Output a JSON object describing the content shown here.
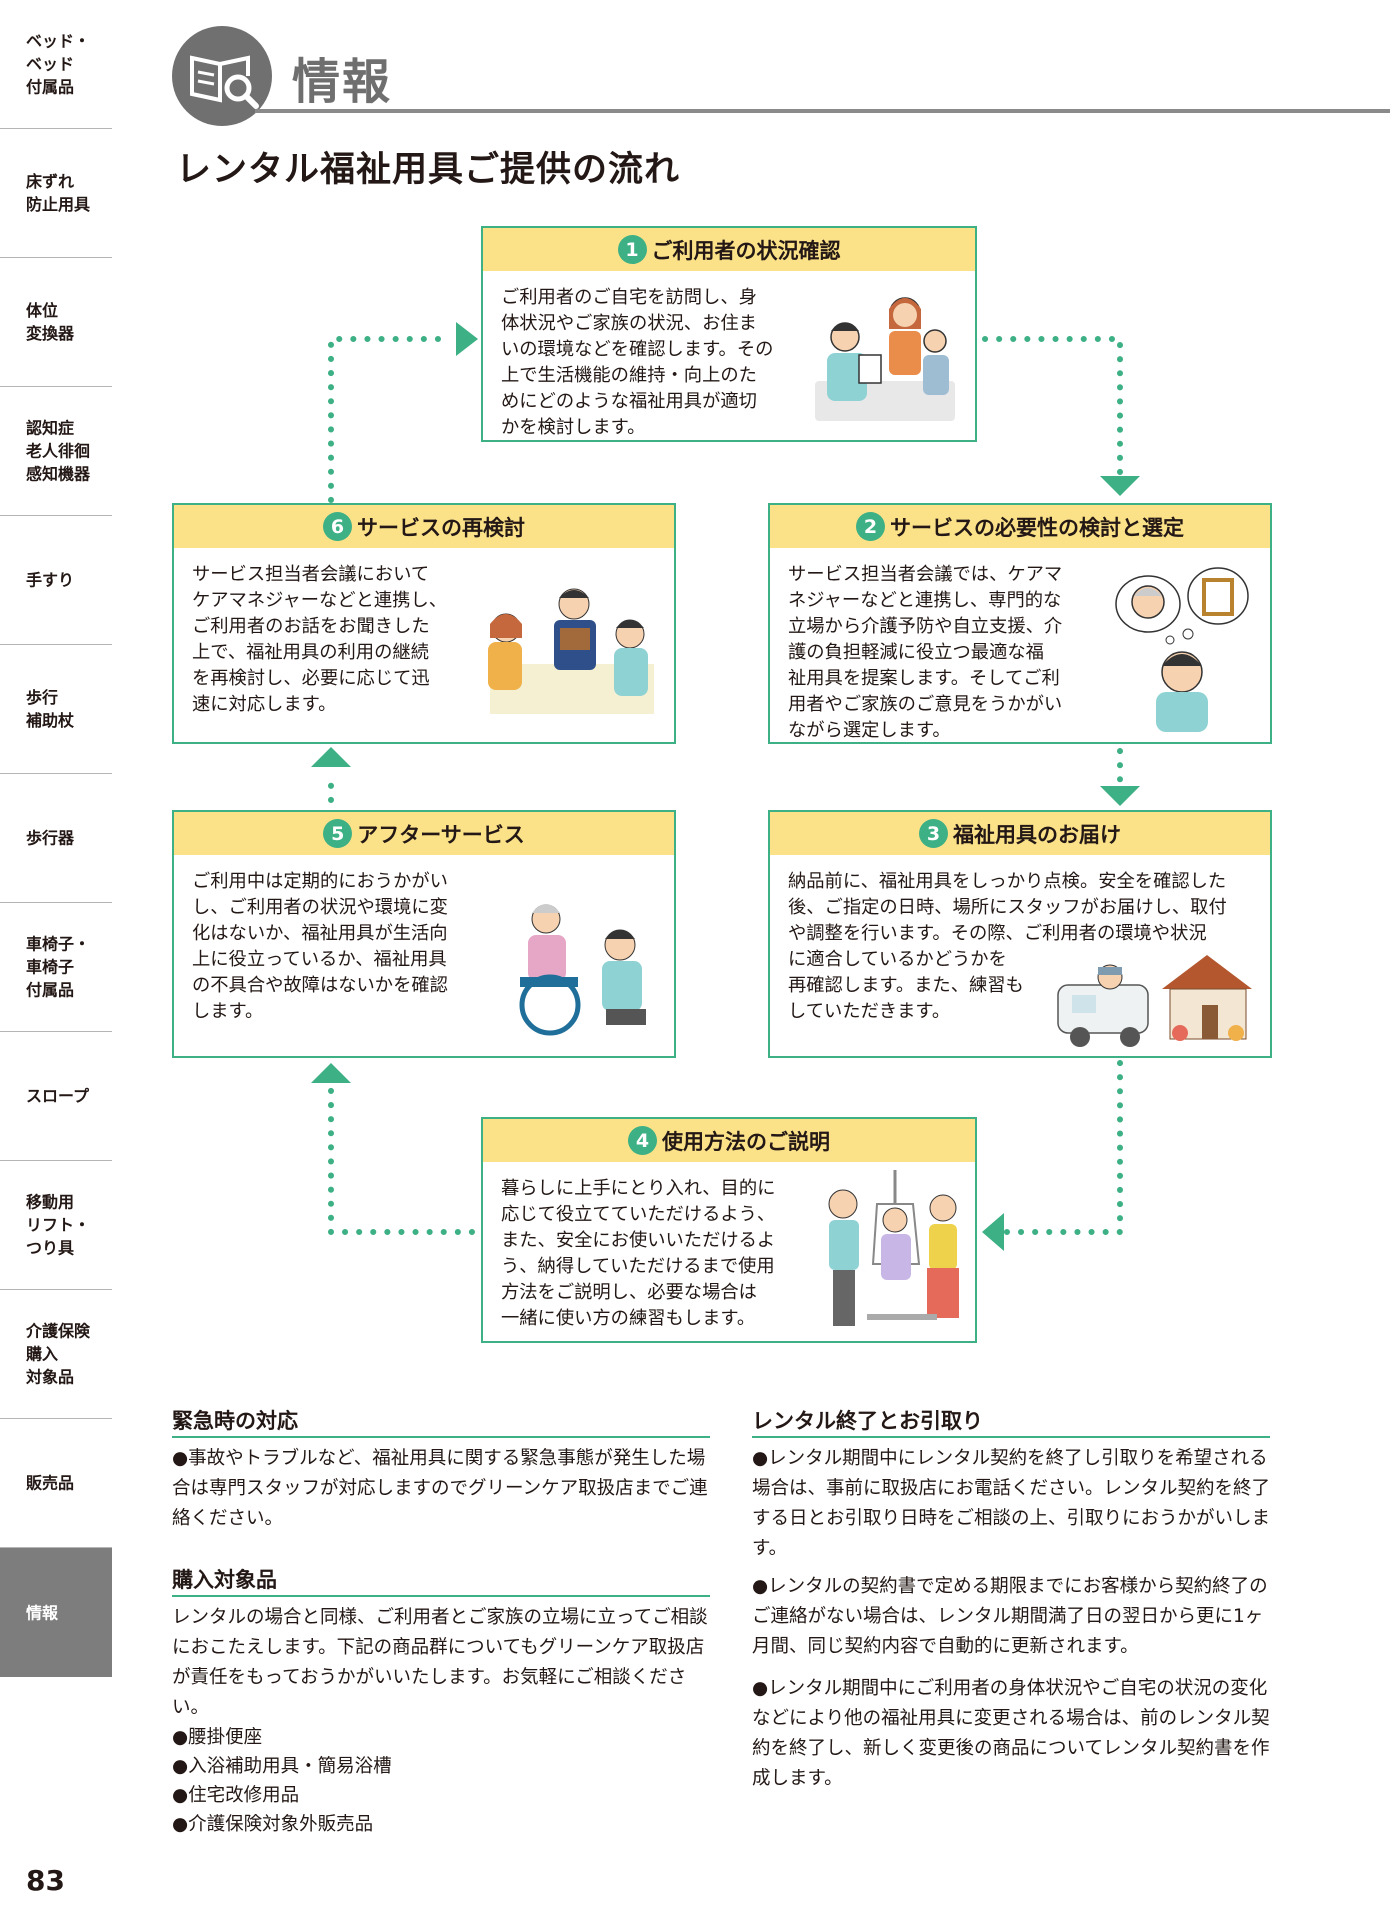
{
  "sidebar": {
    "items": [
      {
        "label": "ベッド・\nベッド\n付属品",
        "active": false
      },
      {
        "label": "床ずれ\n防止用具",
        "active": false
      },
      {
        "label": "体位\n変換器",
        "active": false
      },
      {
        "label": "認知症\n老人徘徊\n感知機器",
        "active": false
      },
      {
        "label": "手すり",
        "active": false
      },
      {
        "label": "歩行\n補助杖",
        "active": false
      },
      {
        "label": "歩行器",
        "active": false
      },
      {
        "label": "車椅子・\n車椅子\n付属品",
        "active": false
      },
      {
        "label": "スロープ",
        "active": false
      },
      {
        "label": "移動用\nリフト・\nつり具",
        "active": false
      },
      {
        "label": "介護保険\n購入\n対象品",
        "active": false
      },
      {
        "label": "販売品",
        "active": false
      },
      {
        "label": "情報",
        "active": true
      }
    ],
    "page_number": "83"
  },
  "header": {
    "section_title": "情報",
    "icon": "book-magnifier-icon",
    "page_title": "レンタル福祉用具ご提供の流れ"
  },
  "steps": [
    {
      "num": "1",
      "title": "ご利用者の状況確認",
      "text": "ご利用者のご自宅を訪問し、身\n体状況やご家族の状況、お住ま\nいの環境などを確認します。その\n上で生活機能の維持・向上のた\nめにどのような福祉用具が適切\nかを検討します。"
    },
    {
      "num": "2",
      "title": "サービスの必要性の検討と選定",
      "text": "サービス担当者会議では、ケアマ\nネジャーなどと連携し、専門的な\n立場から介護予防や自立支援、介\n護の負担軽減に役立つ最適な福\n祉用具を提案します。そしてご利\n用者やご家族のご意見をうかがい\nながら選定します。"
    },
    {
      "num": "3",
      "title": "福祉用具のお届け",
      "text": "納品前に、福祉用具をしっかり点検。安全を確認した\n後、ご指定の日時、場所にスタッフがお届けし、取付\nや調整を行います。その際、ご利用者の環境や状況\nに適合しているかどうかを\n再確認します。また、練習も\nしていただきます。"
    },
    {
      "num": "4",
      "title": "使用方法のご説明",
      "text": "暮らしに上手にとり入れ、目的に\n応じて役立てていただけるよう、\nまた、安全にお使いいただけるよ\nう、納得していただけるまで使用\n方法をご説明し、必要な場合は\n一緒に使い方の練習もします。"
    },
    {
      "num": "5",
      "title": "アフターサービス",
      "text": "ご利用中は定期的におうかがい\nし、ご利用者の状況や環境に変\n化はないか、福祉用具が生活向\n上に役立っているか、福祉用具\nの不具合や故障はないかを確認\nします。"
    },
    {
      "num": "6",
      "title": "サービスの再検討",
      "text": "サービス担当者会議において\nケアマネジャーなどと連携し、\nご利用者のお話をお聞きした\n上で、福祉用具の利用の継続\nを再検討し、必要に応じて迅\n速に対応します。"
    }
  ],
  "sections": {
    "emergency": {
      "title": "緊急時の対応",
      "text": "●事故やトラブルなど、福祉用具に関する緊急事態が発生した場合は専門スタッフが対応しますのでグリーンケア取扱店までご連絡ください。"
    },
    "purchase": {
      "title": "購入対象品",
      "text": "レンタルの場合と同様、ご利用者とご家族の立場に立ってご相談におこたえします。下記の商品群についてもグリーンケア取扱店が責任をもっておうかがいいたします。お気軽にご相談ください。",
      "items": [
        "●腰掛便座",
        "●入浴補助用具・簡易浴槽",
        "●住宅改修用品",
        "●介護保険対象外販売品"
      ]
    },
    "rental_end": {
      "title": "レンタル終了とお引取り",
      "paragraphs": [
        "●レンタル期間中にレンタル契約を終了し引取りを希望される場合は、事前に取扱店にお電話ください。レンタル契約を終了する日とお引取り日時をご相談の上、引取りにおうかがいします。",
        "●レンタルの契約書で定める期限までにお客様から契約終了のご連絡がない場合は、レンタル期間満了日の翌日から更に1ヶ月間、同じ契約内容で自動的に更新されます。",
        "●レンタル期間中にご利用者の身体状況やご自宅の状況の変化などにより他の福祉用具に変更される場合は、前のレンタル契約を終了し、新しく変更後の商品についてレンタル契約書を作成します。"
      ]
    }
  },
  "colors": {
    "green": "#3db085",
    "yellow": "#fbe289",
    "gray": "#707070"
  }
}
